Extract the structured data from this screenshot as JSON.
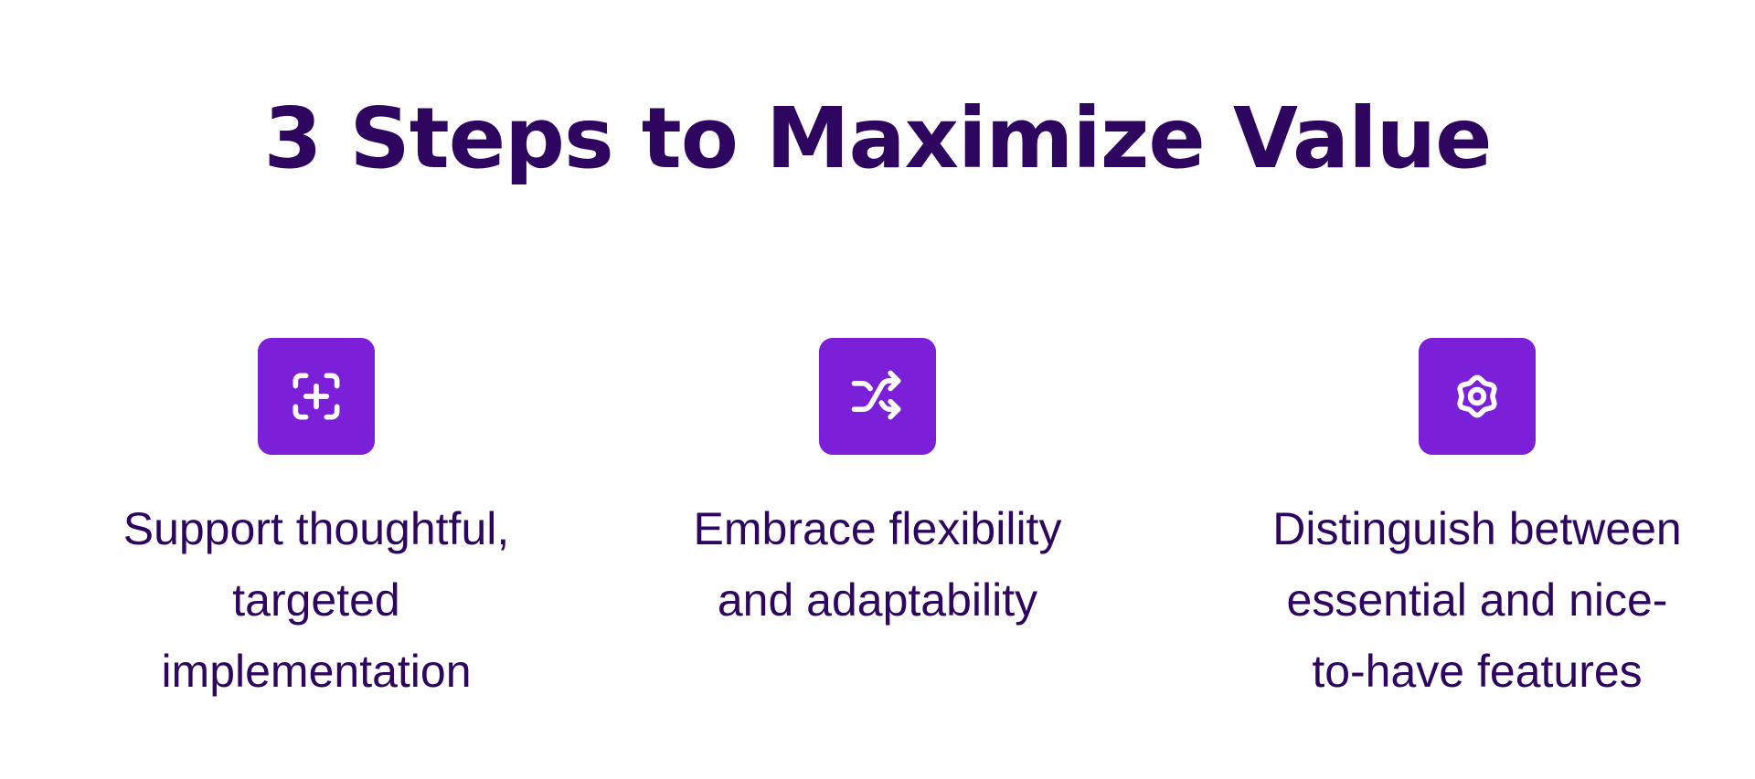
{
  "title": "3 Steps to Maximize Value",
  "colors": {
    "accent": "#7b1fd8",
    "text": "#2e0660",
    "background": "#ffffff",
    "icon_stroke": "#ffffff"
  },
  "steps": [
    {
      "icon": "focus-plus-icon",
      "lines": [
        "Support thoughtful,",
        "targeted",
        "implementation"
      ]
    },
    {
      "icon": "shuffle-arrows-icon",
      "lines": [
        "Embrace flexibility",
        "and adaptability"
      ]
    },
    {
      "icon": "gear-icon",
      "lines": [
        "Distinguish between",
        "essential and nice-",
        "to-have features"
      ]
    }
  ]
}
